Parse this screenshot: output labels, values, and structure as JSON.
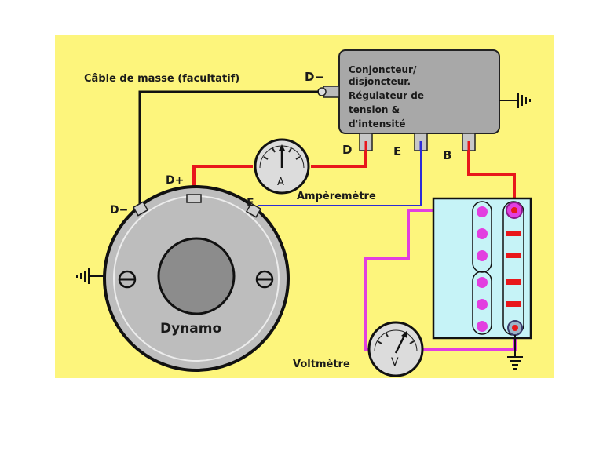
{
  "labels": {
    "ground_cable": "Câble de masse (facultatif)",
    "regulator_dminus": "D−",
    "regulator_line1": "Conjoncteur/",
    "regulator_line2": "disjoncteur.",
    "regulator_line3": "Régulateur de",
    "regulator_line4": "tension &",
    "regulator_line5": "d'intensité",
    "terminal_d": "D",
    "terminal_e": "E",
    "terminal_b": "B",
    "dynamo_dplus": "D+",
    "dynamo_dminus": "D−",
    "dynamo_e": "E",
    "ammeter_symbol": "A",
    "ammeter_label": "Ampèremètre",
    "dynamo": "Dynamo",
    "voltmeter_symbol": "V",
    "voltmeter_label": "Voltmètre"
  },
  "colors": {
    "background": "#fdf57c",
    "regulator_box": "#a8a8a8",
    "dynamo_body": "#bdbdbd",
    "battery": "#c6f3f7",
    "positive_wire": "#e8171b",
    "field_wire": "#2c2cd6",
    "ground_wire": "#111111",
    "voltmeter_wire": "#e23fe0",
    "cell_pink": "#e23fe0",
    "cell_red": "#e8171b"
  }
}
